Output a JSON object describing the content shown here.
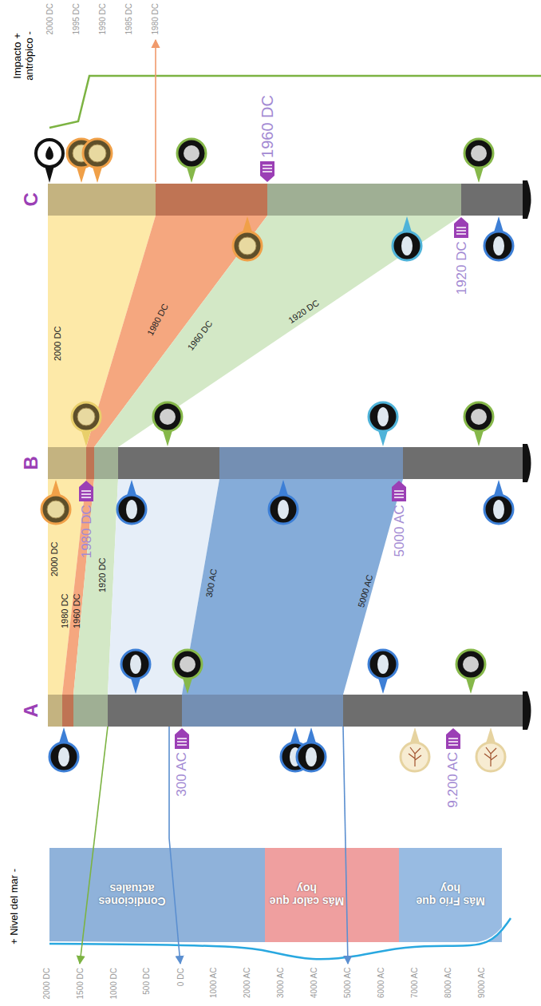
{
  "diagram": {
    "nodes": [
      {
        "text": [
          "C"
        ]
      },
      {
        "text": [
          "B"
        ]
      },
      {
        "text": [
          "A"
        ]
      },
      {
        "text": [
          "Condiciones actuales"
        ]
      },
      {
        "text": [
          "Más calor que hoy"
        ]
      },
      {
        "text": [
          "Más Frío que hoy"
        ]
      }
    ],
    "labels": [
      "Impacto + antrópico -",
      "2000 DC",
      "1995 DC",
      "1990 DC",
      "1985 DC",
      "1980 DC",
      "1960 DC",
      "1920 DC",
      "2000 DC",
      "1980 DC",
      "1960 DC",
      "1920 DC",
      "1980 DC",
      "5000 AC",
      "2000 DC",
      "1980 DC",
      "1960 DC",
      "1920 DC",
      "300 AC",
      "5000 AC",
      "300 AC",
      "9.200 AC",
      "+ Nivel del mar -",
      "2000 DC",
      "1500 DC",
      "1000 DC",
      "500 DC",
      "0 DC",
      "1000 AC",
      "2000 AC",
      "3000 AC",
      "4000 AC",
      "5000 AC",
      "6000 AC",
      "7000 AC",
      "8000 AC",
      "9000 AC"
    ]
  }
}
